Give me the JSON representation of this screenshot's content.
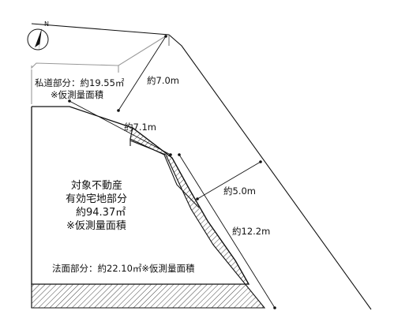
{
  "compass": {
    "north_label": "N"
  },
  "labels": {
    "private_road": "私道部分：約19.55㎡",
    "private_road_note": "※仮測量面積",
    "main_line1": "対象不動産",
    "main_line2": "有効宅地部分",
    "main_line3": "約94.37㎡",
    "main_line4": "※仮測量面積",
    "slope": "法面部分：約22.10㎡※仮測量面積"
  },
  "dimensions": {
    "top": "約7.0m",
    "diagonal": "約7.1m",
    "right_mid": "約5.0m",
    "right_long": "約12.2m"
  },
  "colors": {
    "line": "#111111",
    "gray": "#999999",
    "hatch": "#444444"
  }
}
